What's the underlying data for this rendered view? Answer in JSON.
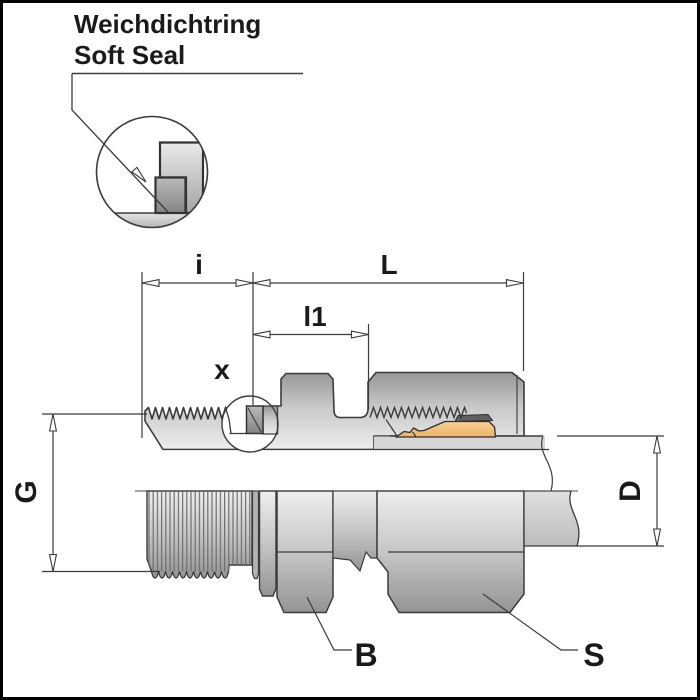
{
  "callout": {
    "title_de": "Weichdichtring",
    "title_en": "Soft Seal"
  },
  "dimension_labels": {
    "i": "i",
    "L": "L",
    "l1": "l1",
    "x": "x",
    "G": "G",
    "D": "D"
  },
  "part_labels": {
    "body_hex": "B",
    "nut": "S"
  },
  "colors": {
    "seal_ring_orange": "#F0BE7A",
    "ring_cap_dark": "#5F5F5F",
    "metal_light": "#EDEDED",
    "metal_mid": "#C6C6C6",
    "metal_dark": "#989898",
    "outline": "#3B3B3B",
    "background": "#FFFFFF",
    "frame_border": "#000000"
  }
}
